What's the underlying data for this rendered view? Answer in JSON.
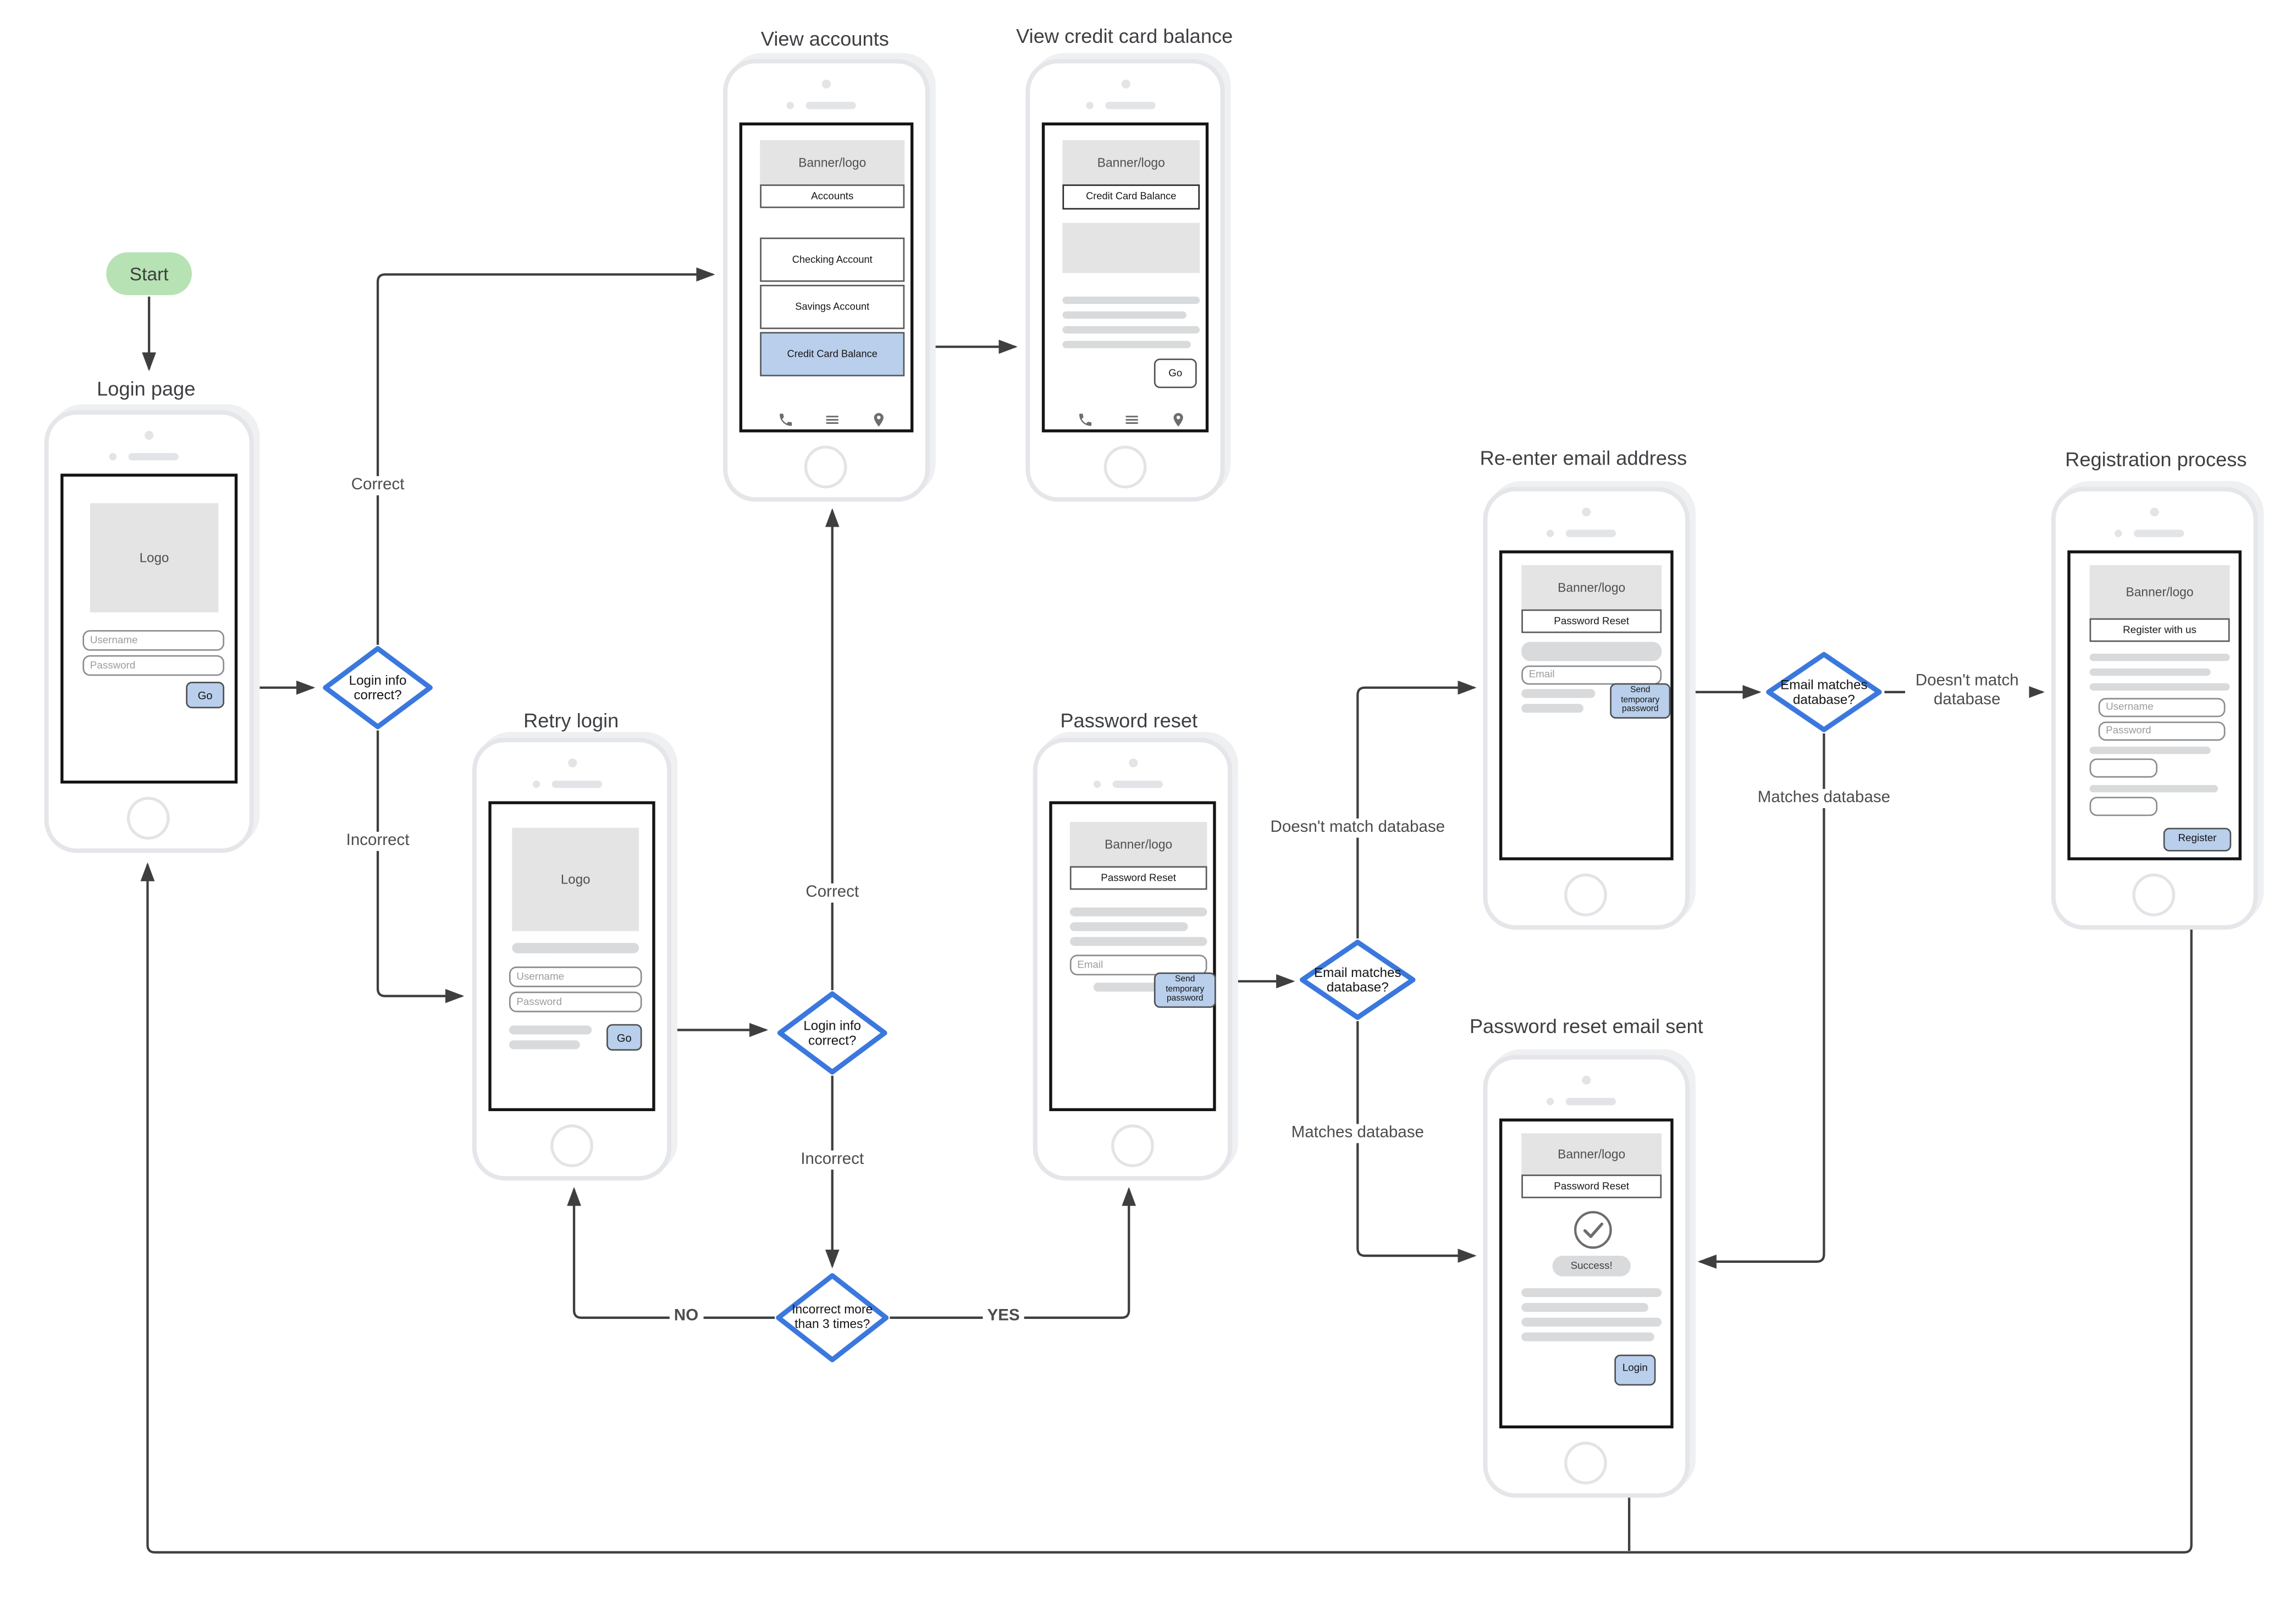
{
  "start": {
    "label": "Start"
  },
  "decisions": {
    "d1": "Login info correct?",
    "d2": "Login info correct?",
    "d3": "Incorrect more than 3 times?",
    "d4": "Email matches database?",
    "d5": "Email matches database?"
  },
  "edges": {
    "d1_correct": "Correct",
    "d1_incorrect": "Incorrect",
    "d2_correct": "Correct",
    "d2_incorrect": "Incorrect",
    "d3_no": "NO",
    "d3_yes": "YES",
    "d4_nomatch": "Doesn't match database",
    "d4_match": "Matches database",
    "d5_nomatch": "Doesn't match database",
    "d5_match": "Matches database"
  },
  "phones": {
    "login": {
      "title": "Login page",
      "logo": "Logo",
      "username": "Username",
      "password": "Password",
      "go": "Go"
    },
    "accounts": {
      "title": "View accounts",
      "banner": "Banner/logo",
      "heading": "Accounts",
      "item_checking": "Checking Account",
      "item_savings": "Savings Account",
      "item_credit": "Credit Card Balance",
      "icons": [
        "phone",
        "menu",
        "location"
      ]
    },
    "credit": {
      "title": "View credit card balance",
      "banner": "Banner/logo",
      "heading": "Credit Card Balance",
      "go": "Go",
      "icons": [
        "phone",
        "menu",
        "location"
      ]
    },
    "retry": {
      "title": "Retry login",
      "logo": "Logo",
      "username": "Username",
      "password": "Password",
      "go": "Go"
    },
    "password_reset": {
      "title": "Password reset",
      "banner": "Banner/logo",
      "heading": "Password Reset",
      "email": "Email",
      "send": "Send temporary password"
    },
    "reenter": {
      "title": "Re-enter email address",
      "banner": "Banner/logo",
      "heading": "Password Reset",
      "email": "Email",
      "send": "Send temporary password"
    },
    "sent": {
      "title": "Password reset email sent",
      "banner": "Banner/logo",
      "heading": "Password Reset",
      "success": "Success!",
      "login": "Login"
    },
    "register": {
      "title": "Registration process",
      "banner": "Banner/logo",
      "heading": "Register with us",
      "username": "Username",
      "password": "Password",
      "register": "Register"
    }
  },
  "colors": {
    "accent_blue": "#b9cfec",
    "diamond_blue": "#3b78dd",
    "start_green": "#b7e2b4",
    "line": "#3f3f3f",
    "skeleton": "#d8dadc"
  }
}
